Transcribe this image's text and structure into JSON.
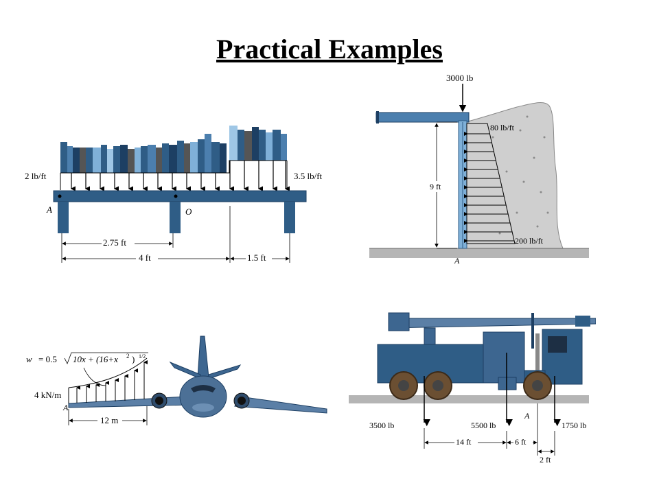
{
  "title": "Practical Examples",
  "colors": {
    "steel_blue": "#2f5d86",
    "dark_blue": "#1d3f63",
    "light_blue": "#7fb0d8",
    "concrete": "#c9c9c9",
    "ground": "#b5b5b5",
    "arrow": "#000000"
  },
  "shelf": {
    "load_left": "2 lb/ft",
    "load_right": "3.5 lb/ft",
    "point_a": "A",
    "point_o": "O",
    "dim_1": "2.75 ft",
    "dim_2": "4 ft",
    "dim_3": "1.5 ft"
  },
  "wall": {
    "top_force": "3000 lb",
    "top_pressure": "80 lb/ft",
    "bottom_pressure": "200 lb/ft",
    "height": "9 ft",
    "point_a": "A"
  },
  "airplane": {
    "eq_w": "w",
    "eq_main": "= 0.5",
    "eq_inner": "10x + (16+x",
    "eq_sq": "2",
    "eq_close": ")",
    "eq_exp": "1/2",
    "load": "4 kN/m",
    "point_a": "A",
    "span": "12 m"
  },
  "truck": {
    "force_1": "3500 lb",
    "force_2": "5500 lb",
    "force_3": "1750 lb",
    "point_a": "A",
    "dim_1": "14 ft",
    "dim_2": "6 ft",
    "dim_3": "2 ft"
  }
}
